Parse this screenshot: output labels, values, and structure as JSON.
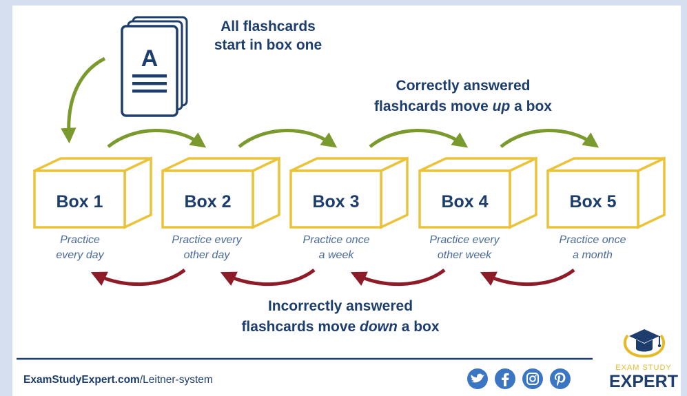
{
  "top_note": [
    "All flashcards",
    "start in box one"
  ],
  "card_letter": "A",
  "up_note": {
    "line1": "Correctly answered",
    "line2_before": "flashcards move ",
    "line2_emph": "up",
    "line2_after": " a box"
  },
  "down_note": {
    "line1": "Incorrectly answered",
    "line2_before": "flashcards move ",
    "line2_emph": "down",
    "line2_after": " a box"
  },
  "boxes": [
    {
      "label": "Box 1",
      "freq": [
        "Practice",
        "every day"
      ]
    },
    {
      "label": "Box 2",
      "freq": [
        "Practice every",
        "other day"
      ]
    },
    {
      "label": "Box 3",
      "freq": [
        "Practice once",
        "a week"
      ]
    },
    {
      "label": "Box 4",
      "freq": [
        "Practice every",
        "other week"
      ]
    },
    {
      "label": "Box 5",
      "freq": [
        "Practice once",
        "a month"
      ]
    }
  ],
  "footer": {
    "site": "ExamStudyExpert.com",
    "path": "/Leitner-system"
  },
  "social": [
    "twitter-icon",
    "facebook-icon",
    "instagram-icon",
    "pinterest-icon"
  ],
  "logo": {
    "top": "EXAM STUDY",
    "bottom": "EXPERT"
  },
  "colors": {
    "navy": "#1d3d6c",
    "box_yellow": "#ebc33a",
    "up_arrow": "#7a9a2e",
    "down_arrow": "#8e1c28",
    "social_blue": "#3b76c4",
    "logo_gold": "#e6b925"
  }
}
